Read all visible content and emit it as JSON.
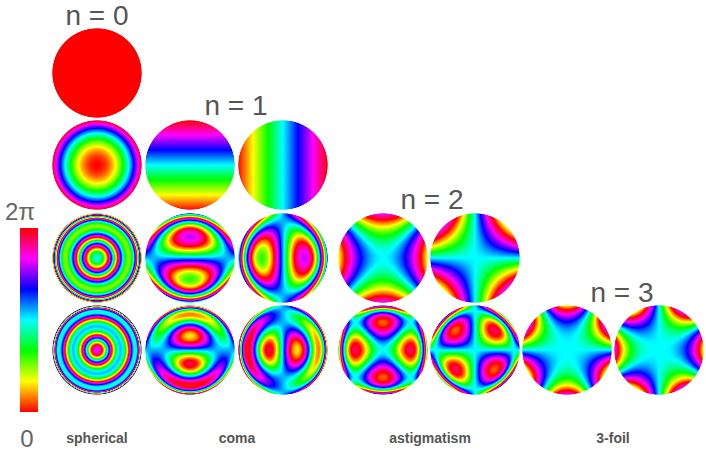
{
  "diagram": {
    "labels": [
      "n = 0",
      "n = 1",
      "n = 2",
      "n = 3",
      "2π",
      "0",
      "spherical",
      "coma",
      "astigmatism",
      "3-foil"
    ]
  }
}
